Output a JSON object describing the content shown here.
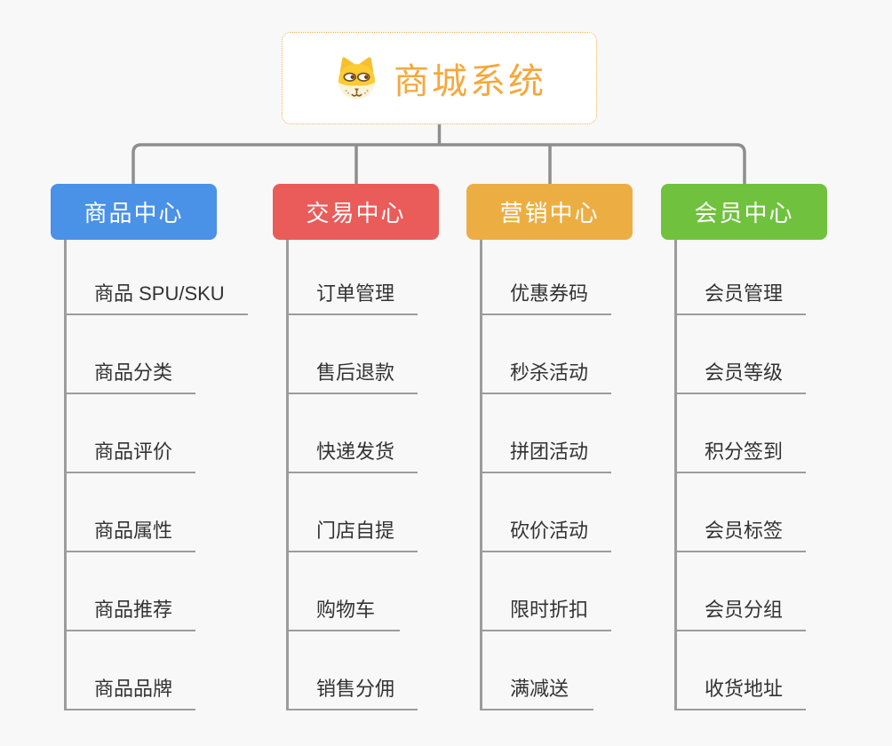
{
  "page": {
    "background": "#f8f8f8"
  },
  "root": {
    "title": "商城系统",
    "icon": "dog-face-icon",
    "text_color": "#f5a83c",
    "border_color": "#f0b254",
    "background": "#ffffff"
  },
  "connector_color": "#8e8e8e",
  "underline_color": "#9c9c9c",
  "item_text_color": "#333333",
  "branches": [
    {
      "label": "商品中心",
      "color": "#4a91e8",
      "items": [
        "商品 SPU/SKU",
        "商品分类",
        "商品评价",
        "商品属性",
        "商品推荐",
        "商品品牌"
      ]
    },
    {
      "label": "交易中心",
      "color": "#e95c5a",
      "items": [
        "订单管理",
        "售后退款",
        "快递发货",
        "门店自提",
        "购物车",
        "销售分佣"
      ]
    },
    {
      "label": "营销中心",
      "color": "#ecae43",
      "items": [
        "优惠券码",
        "秒杀活动",
        "拼团活动",
        "砍价活动",
        "限时折扣",
        "满减送"
      ]
    },
    {
      "label": "会员中心",
      "color": "#70c23e",
      "items": [
        "会员管理",
        "会员等级",
        "积分签到",
        "会员标签",
        "会员分组",
        "收货地址"
      ]
    }
  ]
}
